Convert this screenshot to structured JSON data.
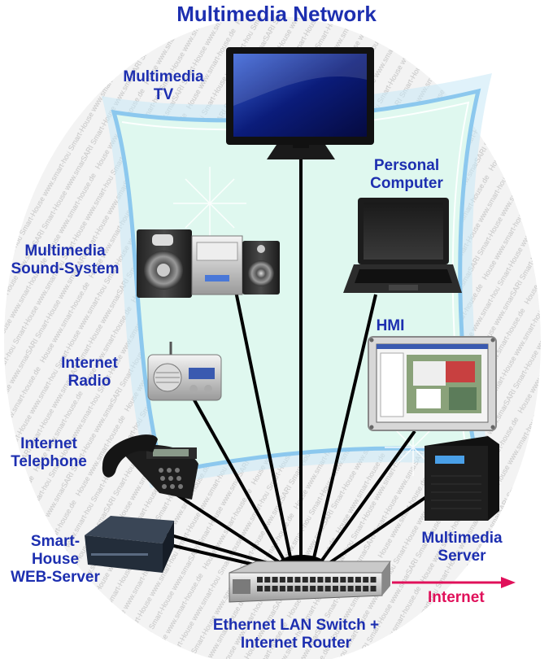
{
  "title": "Multimedia Network",
  "watermark_text": "SARI Smart-House www.smart-house.de",
  "colors": {
    "label": "#1d2fb0",
    "internet": "#e0105a",
    "panel_fill": "#dff8ef",
    "panel_border": "#8cc8ee",
    "cable": "#000000"
  },
  "devices": {
    "tv": {
      "lines": [
        "Multimedia",
        "TV"
      ],
      "icon": "tv-icon"
    },
    "pc": {
      "lines": [
        "Personal",
        "Computer"
      ],
      "icon": "laptop-icon"
    },
    "sound": {
      "lines": [
        "Multimedia",
        "Sound-System"
      ],
      "icon": "speaker-system-icon"
    },
    "hmi": {
      "lines": [
        "HMI"
      ],
      "icon": "touch-panel-icon"
    },
    "radio": {
      "lines": [
        "Internet",
        "Radio"
      ],
      "icon": "radio-icon"
    },
    "phone": {
      "lines": [
        "Internet",
        "Telephone"
      ],
      "icon": "telephone-icon"
    },
    "server": {
      "lines": [
        "Multimedia",
        "Server"
      ],
      "icon": "server-icon"
    },
    "webserver": {
      "lines": [
        "Smart-",
        "House",
        "WEB-Server"
      ],
      "icon": "web-server-box-icon"
    },
    "switch": {
      "lines": [
        "Ethernet LAN Switch +",
        "Internet Router"
      ],
      "icon": "network-switch-icon"
    }
  },
  "internet": {
    "label": "Internet",
    "icon": "arrow-right-icon"
  }
}
